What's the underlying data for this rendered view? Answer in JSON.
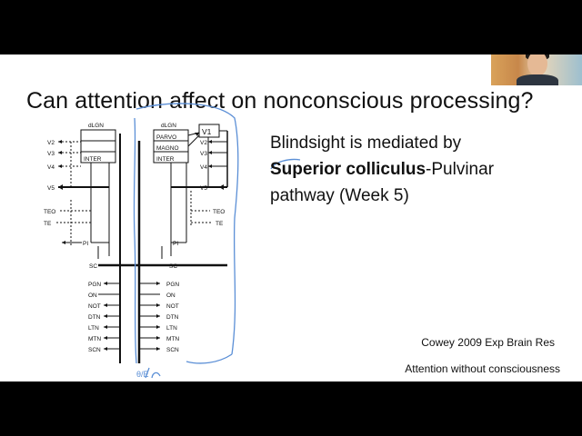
{
  "slide": {
    "title": "Can attention affect on nonconscious processing?",
    "body": {
      "line1": "Blindsight is mediated by",
      "line2_bold": "Superior colliculus",
      "line2_rest": "-Pulvinar",
      "line3": "pathway (Week 5)"
    },
    "citation": "Cowey 2009 Exp Brain Res",
    "subtitle": "Attention without consciousness"
  },
  "diagram": {
    "left": {
      "lgn_title": "dLGN",
      "lgn_inter": "INTER",
      "cortical": [
        "V2",
        "V3",
        "V4",
        "V5"
      ],
      "temporal": [
        "TEO",
        "TE"
      ],
      "pi": "PI",
      "sc": "SC",
      "pretectal": [
        "PGN",
        "ON",
        "NOT",
        "DTN",
        "LTN",
        "MTN",
        "SCN"
      ]
    },
    "right": {
      "lgn_title": "dLGN",
      "layers": [
        "PARVO",
        "MAGNO",
        "INTER"
      ],
      "v1": "V1",
      "cortical": [
        "V2",
        "V3",
        "V4",
        "V5"
      ],
      "temporal": [
        "TEO",
        "TE"
      ],
      "pi": "PI",
      "sc": "SC",
      "pretectal": [
        "PGN",
        "ON",
        "NOT",
        "DTN",
        "LTN",
        "MTN",
        "SCN"
      ]
    },
    "handwriting": "θ/E"
  },
  "colors": {
    "ink": "#111111",
    "annotation": "#5b8fd6",
    "letterbox": "#000000"
  }
}
